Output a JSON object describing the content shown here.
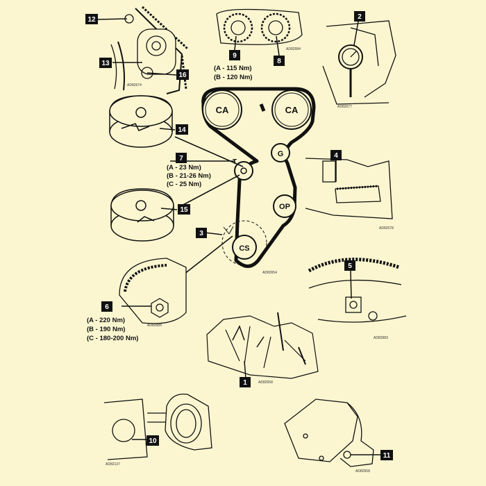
{
  "pulleys": {
    "ca_left": "CA",
    "ca_right": "CA",
    "g": "G",
    "t": "T",
    "op": "OP",
    "cs": "CS"
  },
  "badges": {
    "b1": "1",
    "b2": "2",
    "b3": "3",
    "b4": "4",
    "b5": "5",
    "b6": "6",
    "b7": "7",
    "b8": "8",
    "b9": "9",
    "b10": "10",
    "b11": "11",
    "b12": "12",
    "b13": "13",
    "b14": "14",
    "b15": "15",
    "b16": "16"
  },
  "torques": {
    "item9": [
      "(A - 115 Nm)",
      "(B - 120 Nm)"
    ],
    "item7": [
      "(A - 23 Nm)",
      "(B - 21-26 Nm)",
      "(C - 25 Nm)"
    ],
    "item6": [
      "(A - 220 Nm)",
      "(B - 190 Nm)",
      "(C - 180-200 Nm)"
    ]
  },
  "refs": {
    "r13": "AD82674",
    "r9": "AD82684",
    "r2": "AD82677",
    "r4": "AD82678",
    "r3": "AD82654",
    "r6": "AD82684",
    "r5": "AD82683",
    "r1": "AD82658",
    "r10": "AD82137",
    "r11": "AD82658"
  },
  "colors": {
    "background": "#fbf6d0",
    "ink": "#111111",
    "badge": "#111111"
  }
}
